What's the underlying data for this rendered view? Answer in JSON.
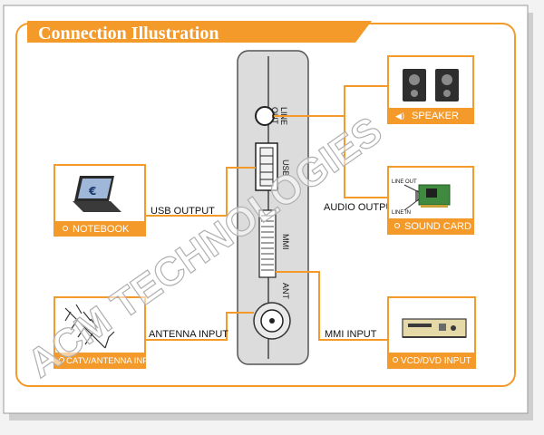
{
  "title": "Connection Illustration",
  "panel_ports": {
    "line_out_line1": "LINE",
    "line_out_line2": "OUT",
    "usb": "USB",
    "mmi": "MMI",
    "ant": "ANT"
  },
  "connections": {
    "usb_output": "USB OUTPUT",
    "audio_output": "AUDIO OUTPUT",
    "antenna_input": "ANTENNA INPUT",
    "mmi_input": "MMI INPUT"
  },
  "devices": {
    "notebook": "NOTEBOOK",
    "speaker": "SPEAKER",
    "sound_card": "SOUND CARD",
    "sound_card_line_out": "LINE OUT",
    "sound_card_line_in": "LINE IN",
    "antenna": "CATV/ANTENNA INPUT",
    "vcd_dvd": "VCD/DVD INPUT"
  },
  "watermark": "ACM TECHNOLOGIES",
  "colors": {
    "orange": "#f39a2b",
    "panel": "#dcdcdc",
    "background": "#f3f3f3"
  }
}
